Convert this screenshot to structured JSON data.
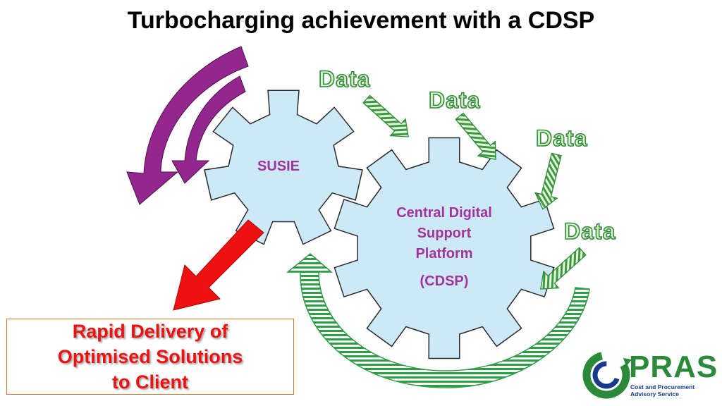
{
  "title": "Turbocharging achievement with a CDSP",
  "small_gear": {
    "label": "SUSIE"
  },
  "large_gear": {
    "line1": "Central Digital",
    "line2": "Support",
    "line3": "Platform",
    "line4": "(CDSP)"
  },
  "data_labels": [
    "Data",
    "Data",
    "Data",
    "Data"
  ],
  "output_box": {
    "line1": "Rapid Delivery of",
    "line2": "Optimised Solutions",
    "line3": "to Client"
  },
  "logo": {
    "word": "PRAS",
    "sub1": "Cost and Procurement",
    "sub2": "Advisory Service"
  },
  "colors": {
    "gear_fill": "#cde9f7",
    "gear_stroke": "#2b2b2b",
    "gear_text": "#a0349a",
    "purple_arrow": "#93268f",
    "red_arrow": "#ee1111",
    "green": "#2e8b3a",
    "green_light": "#d8f0c8",
    "logo_blue": "#1a3a8a"
  }
}
